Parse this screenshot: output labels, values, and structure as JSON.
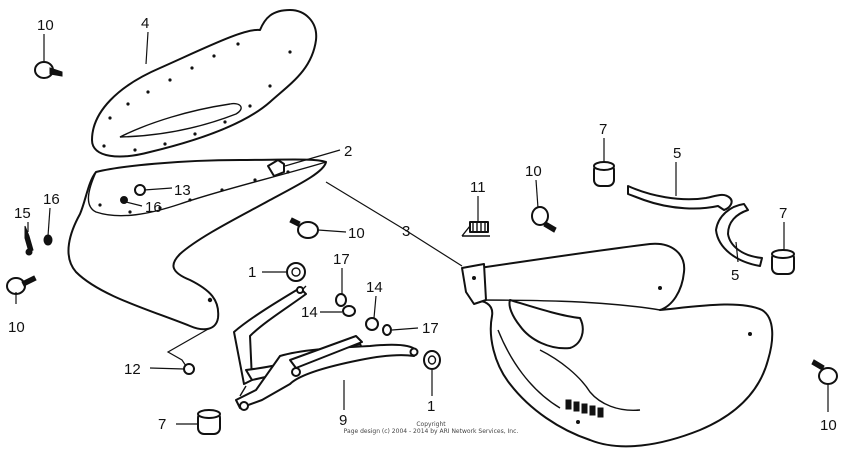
{
  "diagram": {
    "labels": {
      "l1a": "10",
      "l1b": "4",
      "l1c": "2",
      "l1d": "13",
      "l1e": "16",
      "l1f": "15",
      "l1g": "16",
      "l1h": "10",
      "l1i": "10",
      "l1j": "3",
      "l1k": "11",
      "l1l": "10",
      "l1m": "7",
      "l1n": "5",
      "l1o": "7",
      "l1p": "5",
      "l1q": "1",
      "l1r": "17",
      "l1s": "14",
      "l1t": "14",
      "l1u": "17",
      "l1v": "12",
      "l1w": "9",
      "l1x": "1",
      "l1y": "7",
      "l1z": "10"
    },
    "copyright": {
      "line1": "Copyright",
      "line2": "Page design (c) 2004 - 2014 by ARI Network Services, Inc."
    }
  }
}
